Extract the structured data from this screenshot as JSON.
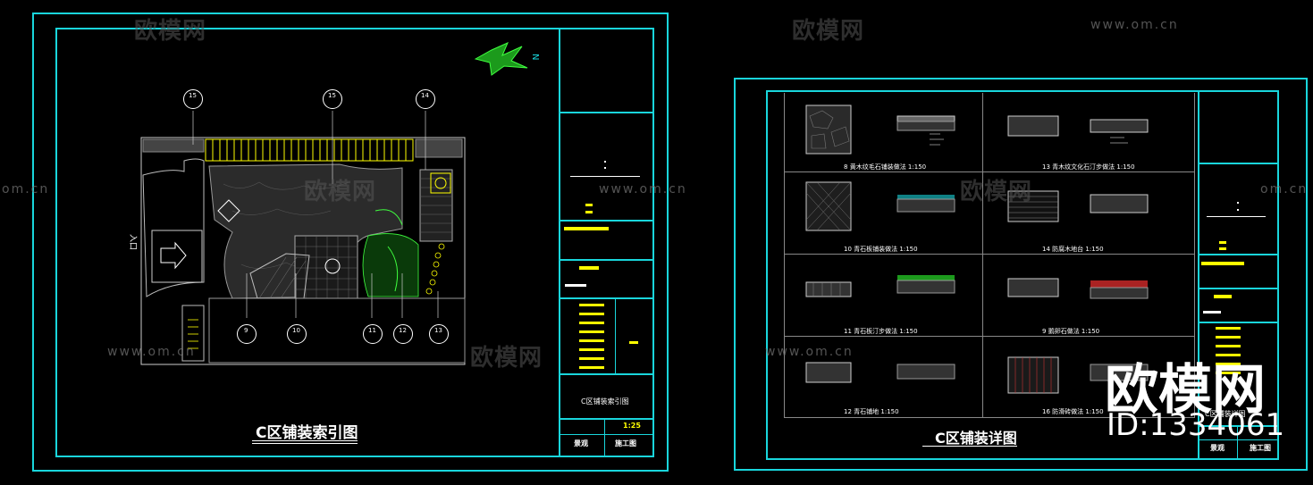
{
  "left_sheet": {
    "title": "C区铺装索引图",
    "north": "N",
    "callouts": [
      "15",
      "15",
      "14",
      "9",
      "10",
      "11",
      "12",
      "13"
    ],
    "entrance_label": "入口",
    "title_block": {
      "sheet_name": "C区铺装索引图",
      "scale": "1:25",
      "bottom_left": "景观",
      "bottom_right": "施工图"
    }
  },
  "right_sheet": {
    "title": "C区铺装详图",
    "details": [
      {
        "num": "8",
        "caption": "黄木纹毛石铺装做法 1:150"
      },
      {
        "num": "13",
        "caption": "青木纹文化石汀步做法 1:150"
      },
      {
        "num": "10",
        "caption": "青石板铺装做法 1:150"
      },
      {
        "num": "14",
        "caption": "防腐木地台 1:150"
      },
      {
        "num": "11",
        "caption": "青石板汀步做法 1:150"
      },
      {
        "num": "9",
        "caption": "鹅卵石做法 1:150"
      },
      {
        "num": "12",
        "caption": "青石铺地 1:150"
      },
      {
        "num": "16",
        "caption": "防滑砖做法 1:150"
      }
    ],
    "title_block": {
      "sheet_name": "C区铺装详图",
      "bottom_left": "景观",
      "bottom_right": "施工图"
    }
  },
  "watermark": {
    "brand": "欧模网",
    "url": "www.om.cn",
    "url_short": "om.cn",
    "id": "ID:1334061"
  }
}
